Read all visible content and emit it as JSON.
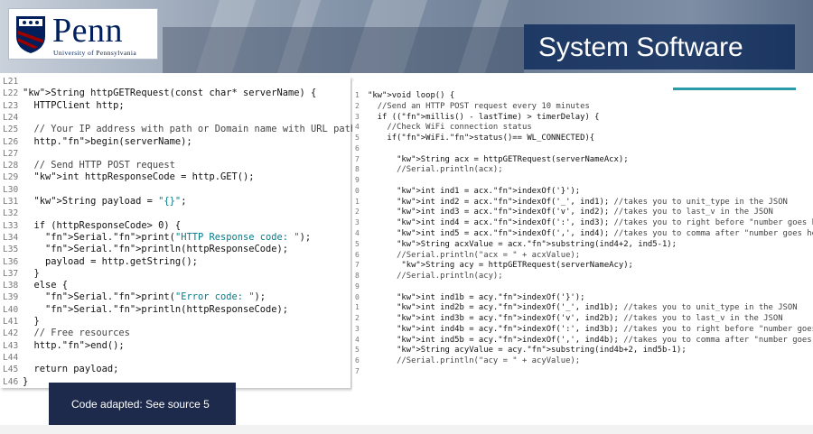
{
  "header": {
    "logo_text": "Penn",
    "logo_subtext": "University of Pennsylvania",
    "title": "System Software"
  },
  "colors": {
    "penn_blue": "#011f5b",
    "penn_red": "#990000",
    "title_box": "#001e50",
    "keyword": "#007b8a",
    "function": "#c84d00",
    "accent": "#2c9aa8",
    "note_bg": "#1d2a4c"
  },
  "left_code": [
    {
      "num": "L21",
      "text": ""
    },
    {
      "num": "L22",
      "text": "String httpGETRequest(const char* serverName) {"
    },
    {
      "num": "L23",
      "text": "  HTTPClient http;"
    },
    {
      "num": "L24",
      "text": ""
    },
    {
      "num": "L25",
      "text": "  // Your IP address with path or Domain name with URL path"
    },
    {
      "num": "L26",
      "text": "  http.begin(serverName);"
    },
    {
      "num": "L27",
      "text": ""
    },
    {
      "num": "L28",
      "text": "  // Send HTTP POST request"
    },
    {
      "num": "L29",
      "text": "  int httpResponseCode = http.GET();"
    },
    {
      "num": "L30",
      "text": ""
    },
    {
      "num": "L31",
      "text": "  String payload = \"{}\";"
    },
    {
      "num": "L32",
      "text": ""
    },
    {
      "num": "L33",
      "text": "  if (httpResponseCode> 0) {"
    },
    {
      "num": "L34",
      "text": "    Serial.print(\"HTTP Response code: \");"
    },
    {
      "num": "L35",
      "text": "    Serial.println(httpResponseCode);"
    },
    {
      "num": "L36",
      "text": "    payload = http.getString();"
    },
    {
      "num": "L37",
      "text": "  }"
    },
    {
      "num": "L38",
      "text": "  else {"
    },
    {
      "num": "L39",
      "text": "    Serial.print(\"Error code: \");"
    },
    {
      "num": "L40",
      "text": "    Serial.println(httpResponseCode);"
    },
    {
      "num": "L41",
      "text": "  }"
    },
    {
      "num": "L42",
      "text": "  // Free resources"
    },
    {
      "num": "L43",
      "text": "  http.end();"
    },
    {
      "num": "L44",
      "text": ""
    },
    {
      "num": "L45",
      "text": "  return payload;"
    },
    {
      "num": "L46",
      "text": "}"
    }
  ],
  "right_code": [
    {
      "num": "1",
      "text": "void loop() {"
    },
    {
      "num": "2",
      "text": "  //Send an HTTP POST request every 10 minutes"
    },
    {
      "num": "3",
      "text": "  if ((millis() - lastTime) > timerDelay) {"
    },
    {
      "num": "4",
      "text": "    //Check WiFi connection status"
    },
    {
      "num": "5",
      "text": "    if(WiFi.status()== WL_CONNECTED){"
    },
    {
      "num": "6",
      "text": ""
    },
    {
      "num": "7",
      "text": "      String acx = httpGETRequest(serverNameAcx);"
    },
    {
      "num": "8",
      "text": "      //Serial.println(acx);"
    },
    {
      "num": "9",
      "text": ""
    },
    {
      "num": "0",
      "text": "      int ind1 = acx.indexOf('}');"
    },
    {
      "num": "1",
      "text": "      int ind2 = acx.indexOf('_', ind1); //takes you to unit_type in the JSON"
    },
    {
      "num": "2",
      "text": "      int ind3 = acx.indexOf('v', ind2); //takes you to last_v in the JSON"
    },
    {
      "num": "3",
      "text": "      int ind4 = acx.indexOf(':', ind3); //takes you to right before \"number goes here\""
    },
    {
      "num": "4",
      "text": "      int ind5 = acx.indexOf(',', ind4); //takes you to comma after \"number goes here\","
    },
    {
      "num": "5",
      "text": "      String acxValue = acx.substring(ind4+2, ind5-1);"
    },
    {
      "num": "6",
      "text": "      //Serial.println(\"acx = \" + acxValue);"
    },
    {
      "num": "7",
      "text": "       String acy = httpGETRequest(serverNameAcy);"
    },
    {
      "num": "8",
      "text": "      //Serial.println(acy);"
    },
    {
      "num": "9",
      "text": ""
    },
    {
      "num": "0",
      "text": "      int ind1b = acy.indexOf('}');"
    },
    {
      "num": "1",
      "text": "      int ind2b = acy.indexOf('_', ind1b); //takes you to unit_type in the JSON"
    },
    {
      "num": "2",
      "text": "      int ind3b = acy.indexOf('v', ind2b); //takes you to last_v in the JSON"
    },
    {
      "num": "3",
      "text": "      int ind4b = acy.indexOf(':', ind3b); //takes you to right before \"number goes here\""
    },
    {
      "num": "4",
      "text": "      int ind5b = acy.indexOf(',', ind4b); //takes you to comma after \"number goes here\","
    },
    {
      "num": "5",
      "text": "      String acyValue = acy.substring(ind4b+2, ind5b-1);"
    },
    {
      "num": "6",
      "text": "      //Serial.println(\"acy = \" + acyValue);"
    },
    {
      "num": "7",
      "text": ""
    }
  ],
  "note": {
    "text": "Code adapted: See source 5"
  }
}
